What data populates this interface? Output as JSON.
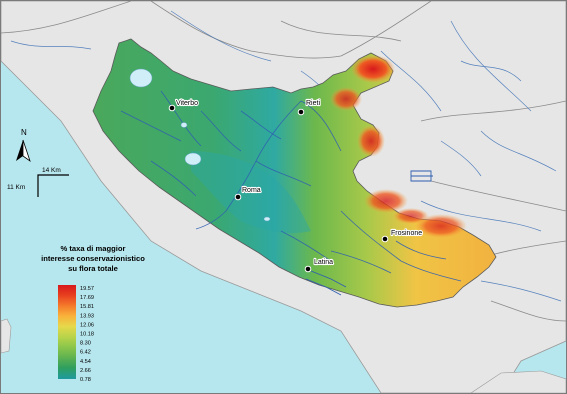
{
  "legend": {
    "title_lines": [
      "% taxa di maggior",
      "interesse conservazionistico",
      "su flora totale"
    ],
    "ticks": [
      "19.57",
      "17.69",
      "15.81",
      "13.93",
      "12.06",
      "10.18",
      "8.30",
      "6.42",
      "4.54",
      "2.66",
      "0.78"
    ],
    "colors": [
      "#d7191c",
      "#e8401f",
      "#f47a2a",
      "#f9b23b",
      "#e6d84a",
      "#b9d44a",
      "#8cc64b",
      "#5fb250",
      "#2f9f5e",
      "#1f9aa0"
    ]
  },
  "cities": [
    {
      "name": "Viterbo"
    },
    {
      "name": "Rieti"
    },
    {
      "name": "Roma"
    },
    {
      "name": "Frosinone"
    },
    {
      "name": "Latina"
    }
  ],
  "scale": {
    "horizontal": "14 Km",
    "vertical": "11 Km"
  },
  "north_arrow": {
    "label": "N"
  },
  "colors": {
    "sea": "#b7e7ee",
    "land": "#e6e6e6",
    "borders": "#8a8a8a",
    "rivers": "#3b6fb5",
    "lakes": "#cfeef8"
  }
}
